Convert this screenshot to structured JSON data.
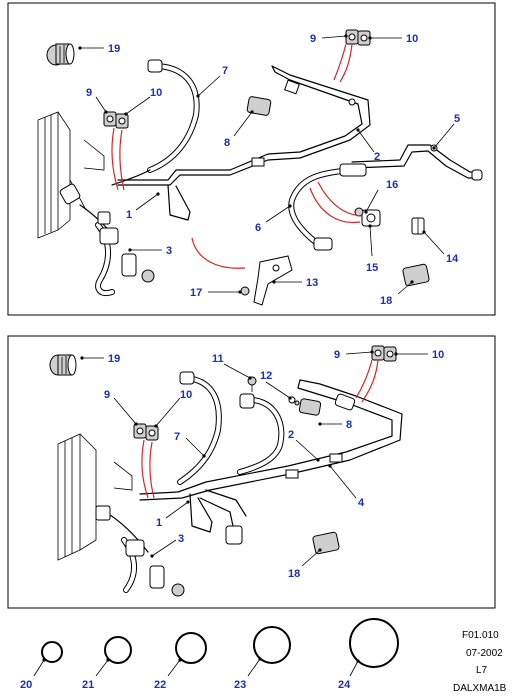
{
  "panel_top": {
    "callouts": {
      "c19": "19",
      "c7": "7",
      "c9a": "9",
      "c10a": "10",
      "c9b": "9",
      "c10b": "10",
      "c5": "5",
      "c8": "8",
      "c2": "2",
      "c16": "16",
      "c1": "1",
      "c6": "6",
      "c3": "3",
      "c14": "14",
      "c15": "15",
      "c13": "13",
      "c17": "17",
      "c18": "18"
    }
  },
  "panel_bottom": {
    "callouts": {
      "c19": "19",
      "c11": "11",
      "c12": "12",
      "c9a": "9",
      "c10a": "10",
      "c9b": "9",
      "c10b": "10",
      "c7": "7",
      "c8": "8",
      "c2": "2",
      "c4": "4",
      "c1": "1",
      "c3": "3",
      "c18": "18"
    }
  },
  "o_rings": [
    "20",
    "21",
    "22",
    "23",
    "24"
  ],
  "info": {
    "ref": "F01.010",
    "date": "07-2002",
    "level": "L7",
    "code": "DALXMA1B"
  },
  "colors": {
    "callout": "#1c2fb5",
    "leader_red": "#d8262a",
    "line": "#000000"
  }
}
